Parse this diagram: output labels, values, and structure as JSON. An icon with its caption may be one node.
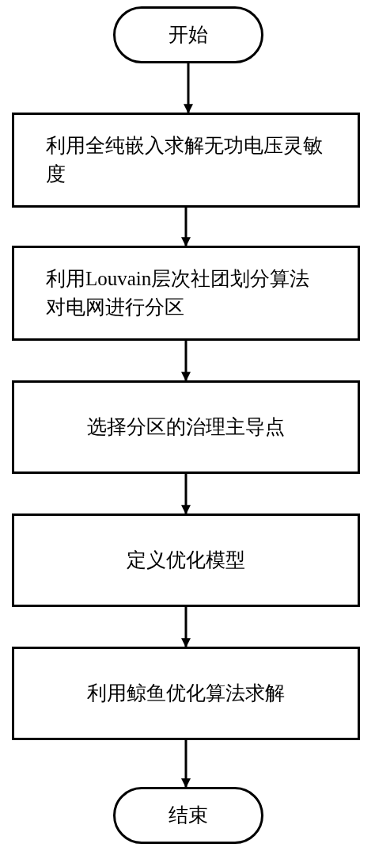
{
  "diagram": {
    "nodes": [
      {
        "text": [
          "开始"
        ]
      },
      {
        "text": [
          "利用全纯嵌入求解无功电压灵敏度"
        ]
      },
      {
        "text": [
          "利用Louvain层次社团划分算法对电网进行分区"
        ]
      },
      {
        "text": [
          "选择分区的治理主导点"
        ]
      },
      {
        "text": [
          "定义优化模型"
        ]
      },
      {
        "text": [
          "利用鲸鱼优化算法求解"
        ]
      },
      {
        "text": [
          "结束"
        ]
      }
    ],
    "edges": [
      {
        "from": 0,
        "to": 1,
        "arrow": "to"
      },
      {
        "from": 1,
        "to": 2,
        "arrow": "to"
      },
      {
        "from": 2,
        "to": 3,
        "arrow": "to"
      },
      {
        "from": 3,
        "to": 4,
        "arrow": "to"
      },
      {
        "from": 4,
        "to": 5,
        "arrow": "to"
      },
      {
        "from": 5,
        "to": 6,
        "arrow": "to"
      }
    ]
  }
}
